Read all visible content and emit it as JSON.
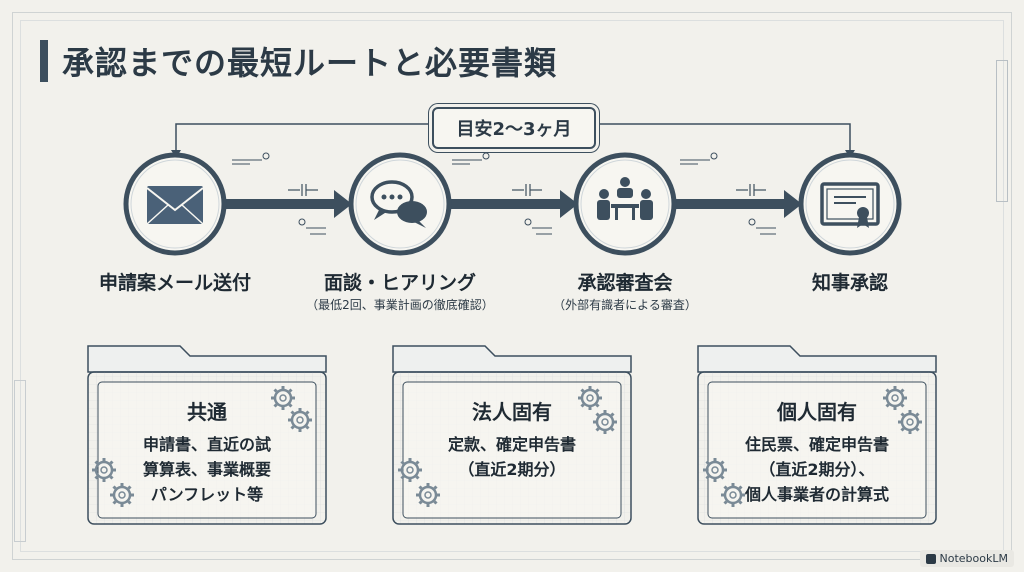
{
  "title": "承認までの最短ルートと必要書類",
  "duration_badge": "目安2〜3ヶ月",
  "steps": [
    {
      "label": "申請案メール送付",
      "sub": ""
    },
    {
      "label": "面談・ヒアリング",
      "sub": "（最低2回、事業計画の徹底確認）"
    },
    {
      "label": "承認審査会",
      "sub": "（外部有識者による審査）"
    },
    {
      "label": "知事承認",
      "sub": ""
    }
  ],
  "cards": [
    {
      "title": "共通",
      "lines": [
        "申請書、直近の試",
        "算算表、事業概要",
        "パンフレット等"
      ]
    },
    {
      "title": "法人固有",
      "lines": [
        "定款、確定申告書",
        "（直近2期分）"
      ]
    },
    {
      "title": "個人固有",
      "lines": [
        "住民票、確定申告書",
        "（直近2期分）、",
        "個人事業者の計算式"
      ]
    }
  ],
  "brand": "NotebookLM",
  "colors": {
    "dark": "#3d4f5e",
    "accent": "#4a5d6e",
    "background": "#f2f1ec"
  }
}
